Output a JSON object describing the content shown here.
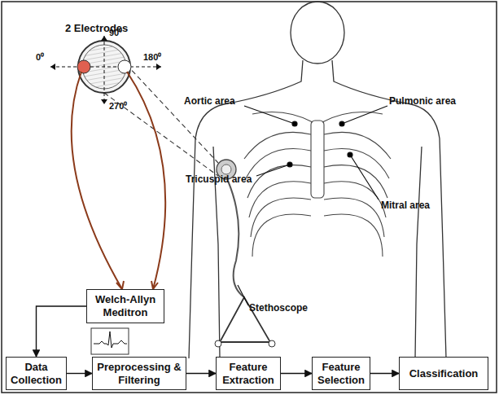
{
  "diagram": {
    "nodes": [
      {
        "text": [
          "Welch-Allyn Meditron"
        ]
      },
      {
        "text": [
          "Data Collection"
        ]
      },
      {
        "text": [
          "Preprocessing & Filtering"
        ]
      },
      {
        "text": [
          "Feature Extraction"
        ]
      },
      {
        "text": [
          "Feature Selection"
        ]
      },
      {
        "text": [
          "Classification"
        ]
      }
    ],
    "edges": [
      {
        "from": 0,
        "to": 1,
        "arrow": "to"
      },
      {
        "from": 1,
        "to": 2,
        "arrow": "to"
      },
      {
        "from": 2,
        "to": 3,
        "arrow": "to"
      },
      {
        "from": 3,
        "to": 4,
        "arrow": "to"
      },
      {
        "from": 4,
        "to": 5,
        "arrow": "to"
      }
    ],
    "labels": [
      "2 Electrodes",
      "90⁰",
      "0⁰",
      "180⁰",
      "270⁰",
      "Aortic area",
      "Pulmonic area",
      "Tricuspid area",
      "Mitral area",
      "Stethoscope"
    ]
  }
}
